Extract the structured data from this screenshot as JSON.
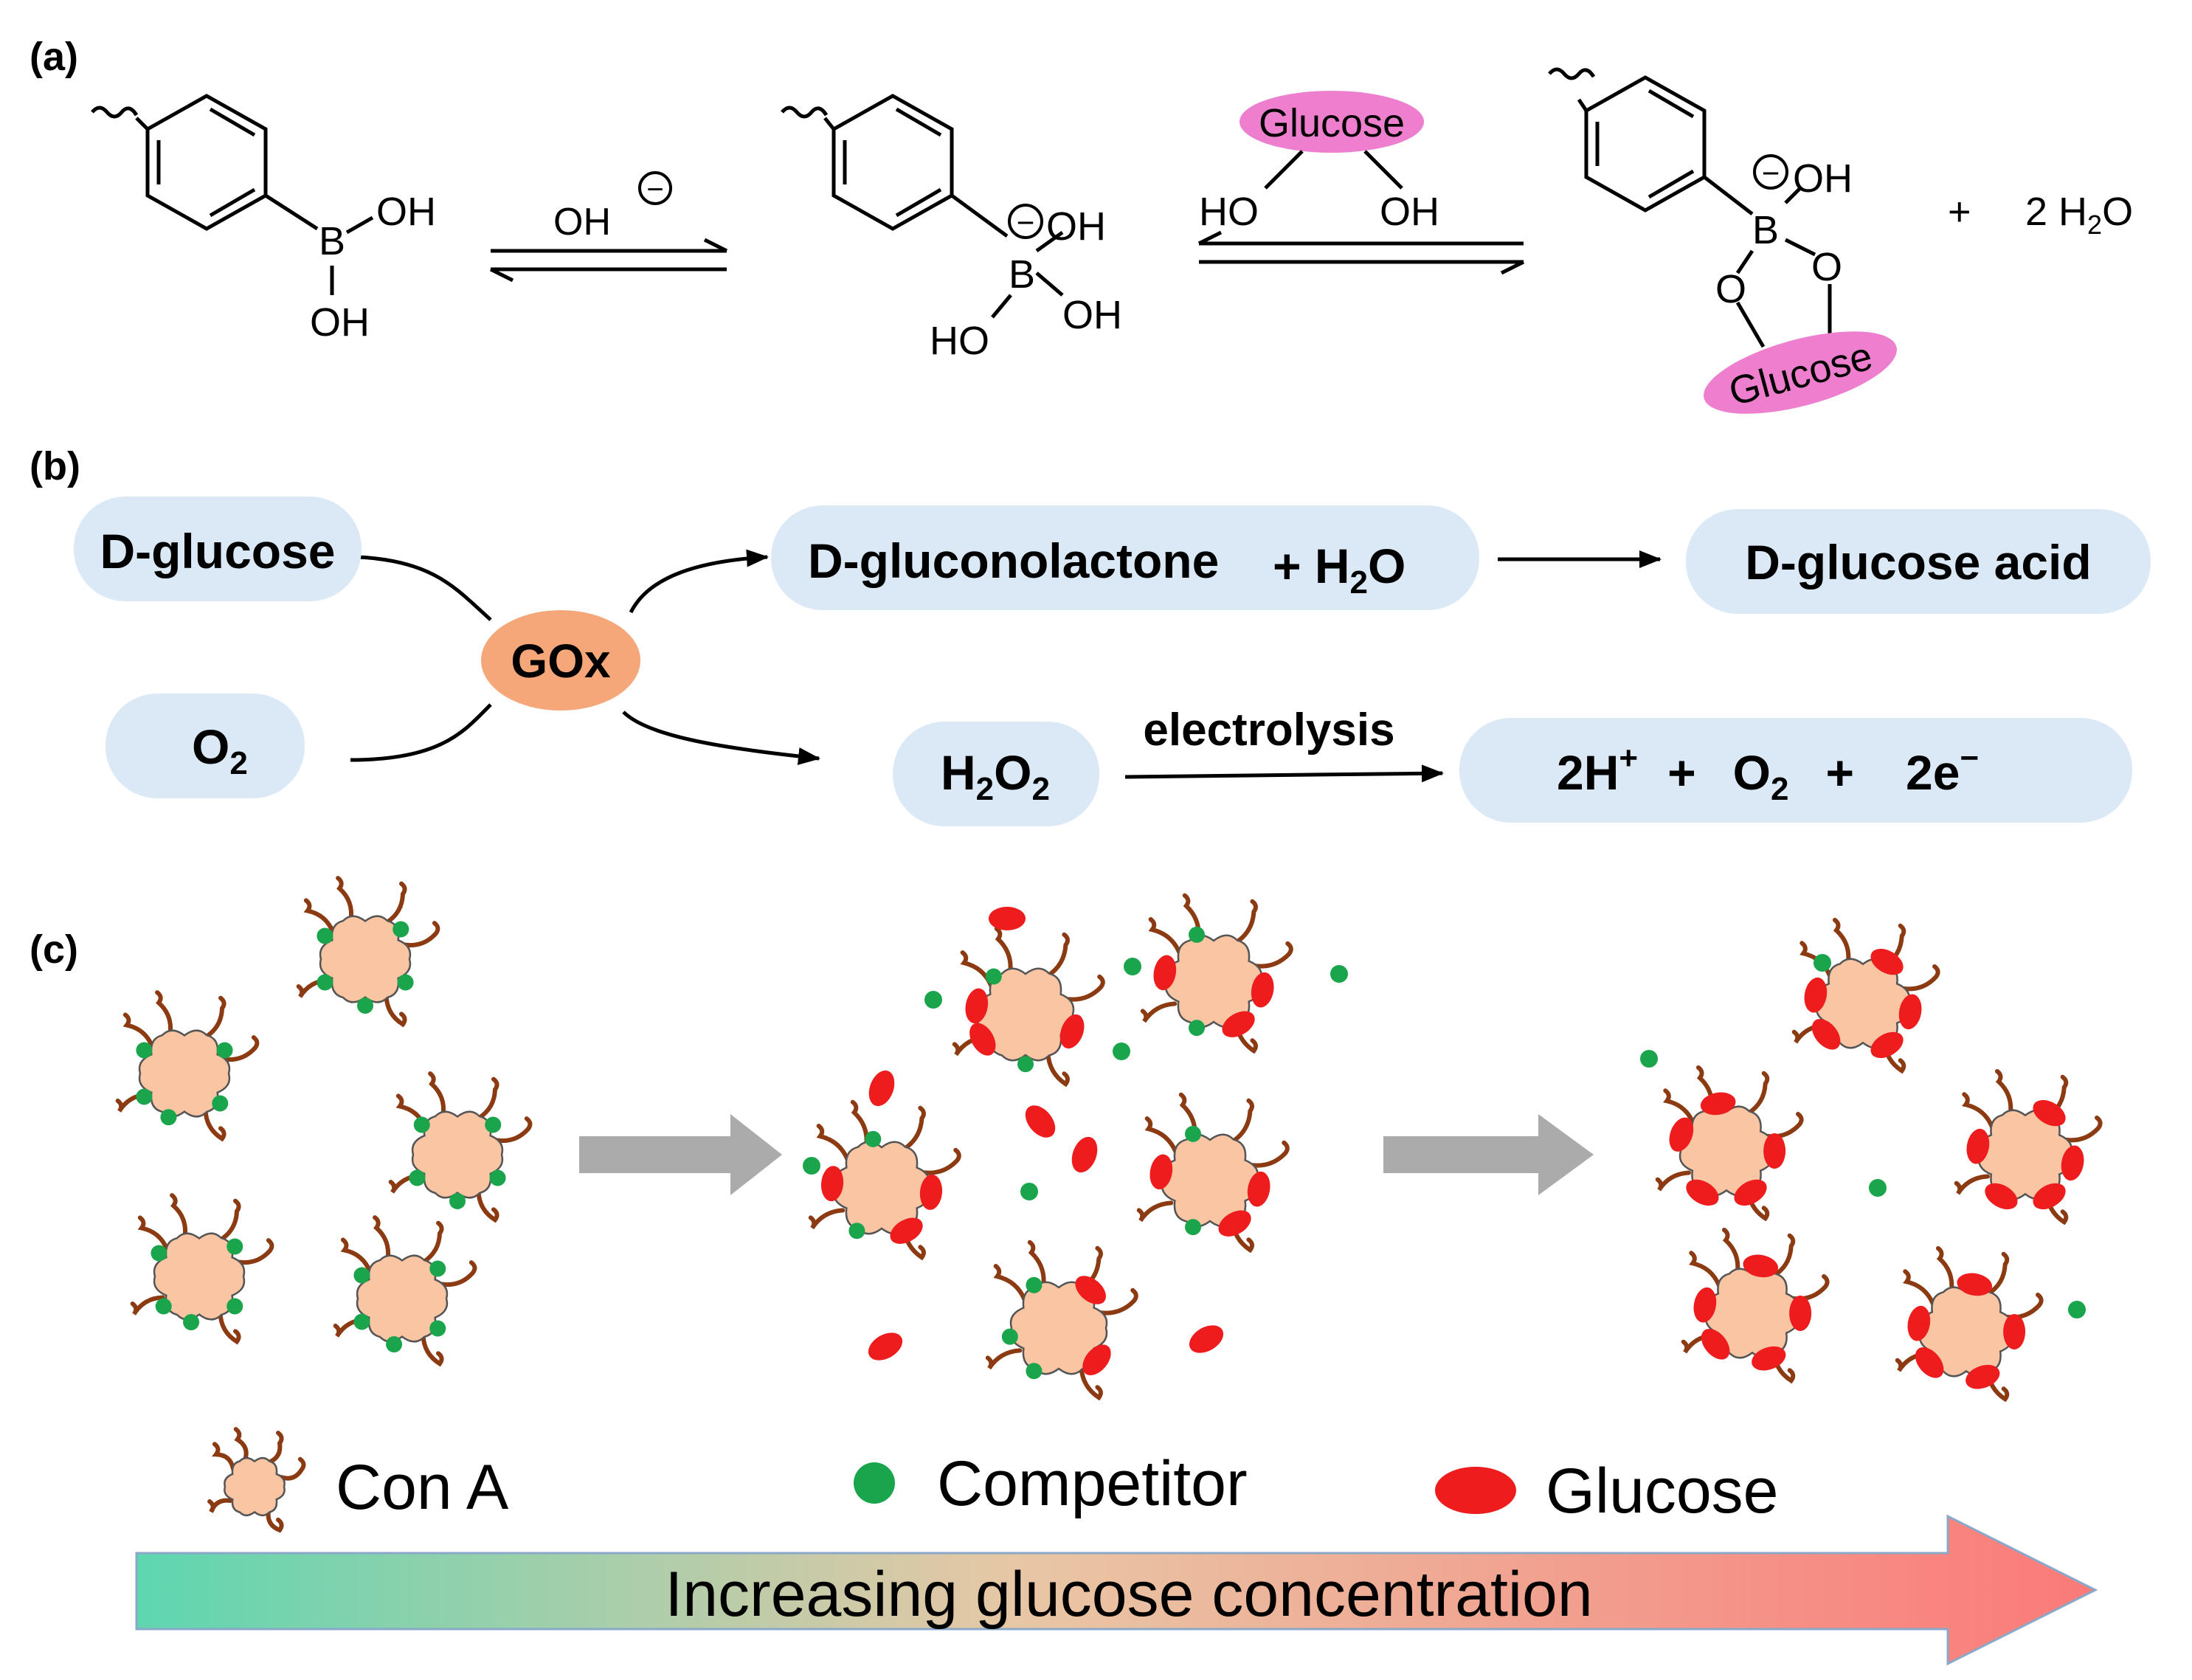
{
  "panels": {
    "a": {
      "label": "(a)",
      "hydroxide_label": "OH",
      "charge_minus": "−",
      "boron": "B",
      "oh": "OH",
      "ho": "HO",
      "oxygen": "O",
      "glucose": "Glucose",
      "plus": "+",
      "water_product": "2 H",
      "water_sub": "2",
      "water_o": "O"
    },
    "b": {
      "label": "(b)",
      "d_glucose": "D-glucose",
      "o2_main": "O",
      "o2_sub": "2",
      "gox": "GOx",
      "gluconolactone": "D-gluconolactone",
      "plus_h2o_main": "+ H",
      "plus_h2o_sub": "2",
      "plus_h2o_end": "O",
      "glucose_acid": "D-glucose acid",
      "h2o2_h": "H",
      "h2o2_sub1": "2",
      "h2o2_o": "O",
      "h2o2_sub2": "2",
      "electrolysis": "electrolysis",
      "prod_2h": "2H",
      "prod_plus_sup": "+",
      "prod_plus1": "+",
      "prod_o2": "O",
      "prod_o2_sub": "2",
      "prod_plus2": "+",
      "prod_2e": "2e",
      "prod_minus_sup": "−"
    },
    "c": {
      "label": "(c)",
      "legend": {
        "con_a": "Con A",
        "competitor": "Competitor",
        "glucose": "Glucose"
      },
      "gradient_text": "Increasing glucose concentration"
    }
  },
  "colors": {
    "bubble": "#dbe9f7",
    "gox": "#f5a77a",
    "glucose_pink": "#ee7fcf",
    "con_a": "#f9c5a3",
    "con_a_stroke": "#555555",
    "arm": "#8b3a12",
    "competitor": "#1aa54c",
    "glucose_red": "#ee1c1c",
    "gray_arrow": "#ababab",
    "grad_start": "#5ed6b0",
    "grad_mid": "#e8c7a5",
    "grad_end": "#fb7a78"
  }
}
